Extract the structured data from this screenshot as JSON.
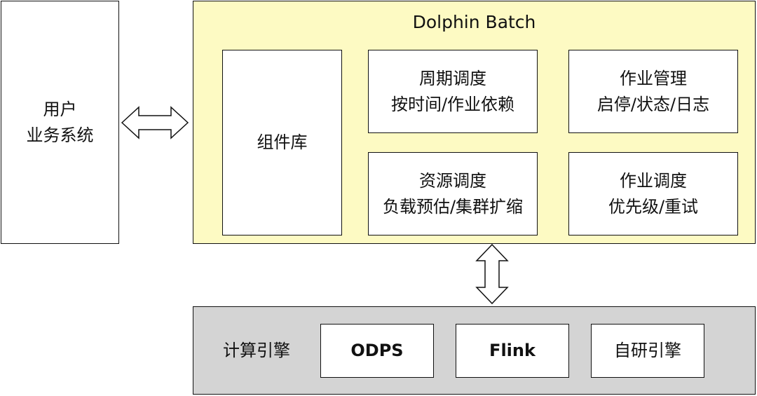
{
  "user_system": {
    "line1": "用户",
    "line2": "业务系统"
  },
  "dolphin": {
    "title": "Dolphin Batch",
    "component_library": "组件库",
    "periodic_scheduling": {
      "line1": "周期调度",
      "line2": "按时间/作业依赖"
    },
    "job_management": {
      "line1": "作业管理",
      "line2": "启停/状态/日志"
    },
    "resource_scheduling": {
      "line1": "资源调度",
      "line2": "负载预估/集群扩缩"
    },
    "job_scheduling": {
      "line1": "作业调度",
      "line2": "优先级/重试"
    }
  },
  "compute_engine": {
    "label": "计算引擎",
    "items": [
      "ODPS",
      "Flink",
      "自研引擎"
    ]
  },
  "colors": {
    "dolphin_panel_fill": "#fdfac3",
    "engine_panel_fill": "#d4d4d4",
    "stroke": "#111111",
    "box_fill": "#ffffff"
  }
}
